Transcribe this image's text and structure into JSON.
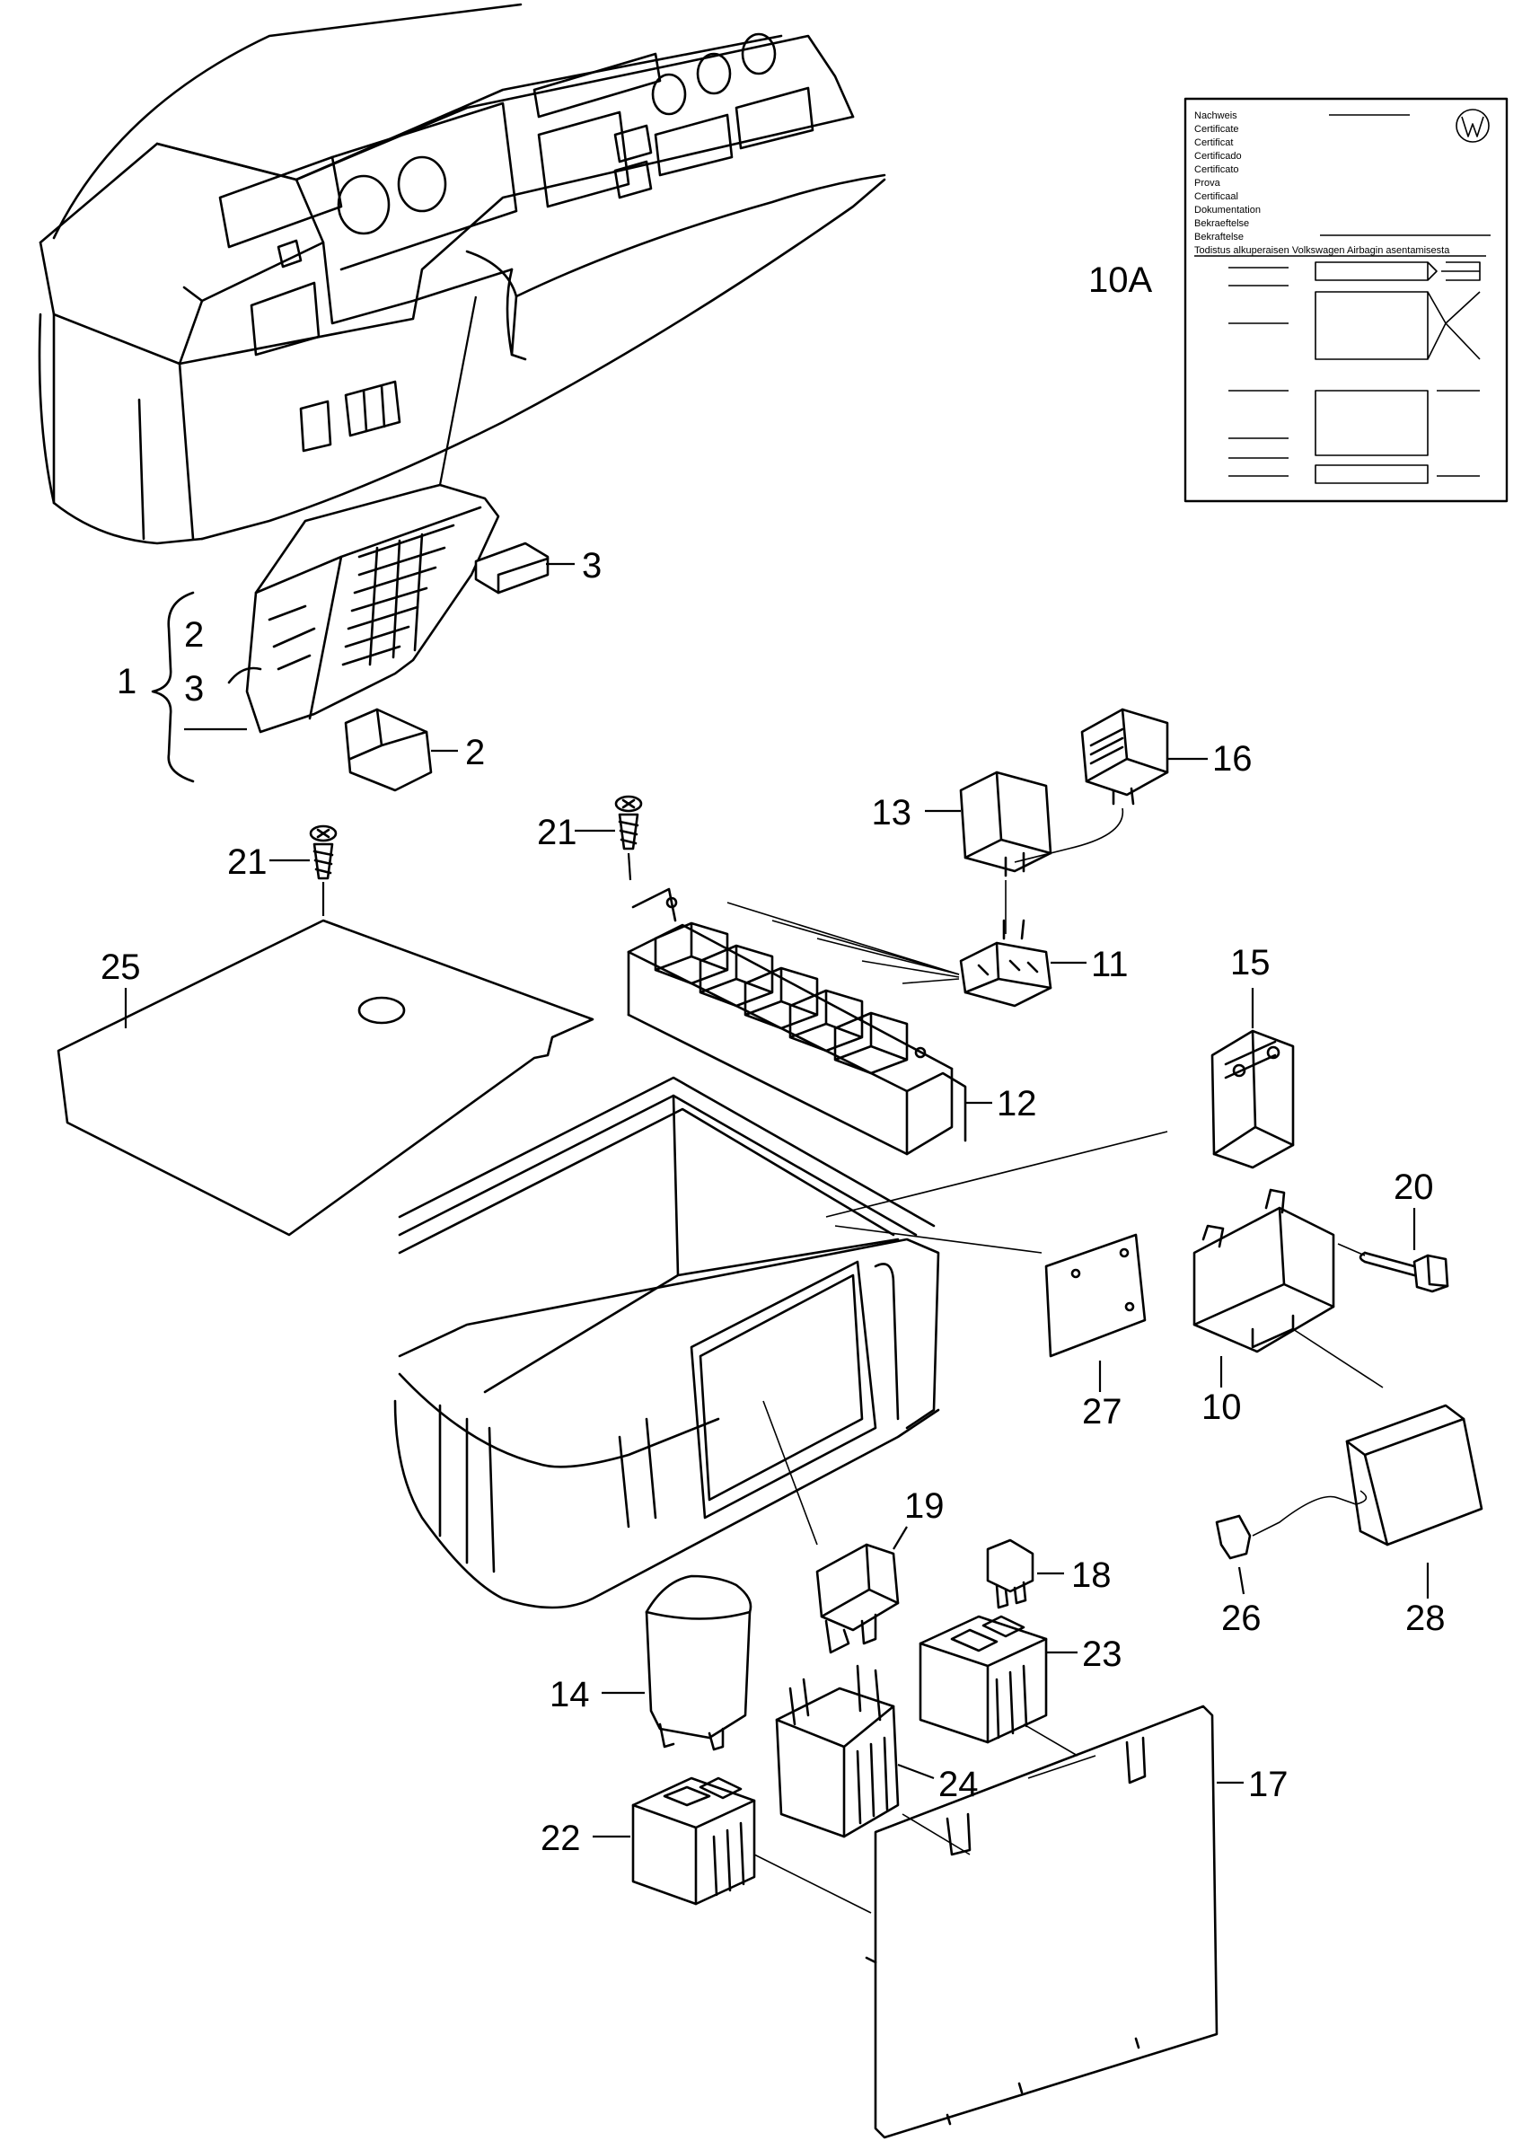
{
  "callouts": {
    "c1": "1",
    "c2a": "2",
    "c2b": "2",
    "c3a": "3",
    "c3b": "3",
    "c10": "10",
    "c10a": "10A",
    "c11": "11",
    "c12": "12",
    "c13": "13",
    "c14": "14",
    "c15": "15",
    "c16": "16",
    "c17": "17",
    "c18": "18",
    "c19": "19",
    "c20": "20",
    "c21a": "21",
    "c21b": "21",
    "c22": "22",
    "c23": "23",
    "c24": "24",
    "c25": "25",
    "c26": "26",
    "c27": "27",
    "c28": "28"
  },
  "certificate": {
    "lines": [
      "Nachweis",
      "Certificate",
      "Certificat",
      "Certificado",
      "Certificato",
      "Prova",
      "Certificaal",
      "Dokumentation",
      "Bekraeftelse",
      "Bekraftelse"
    ],
    "footer": "Todistus alkuperaisen Volkswagen Airbagin asentamisesta"
  },
  "icons": {
    "certificate_logo": "vw-logo-icon"
  }
}
